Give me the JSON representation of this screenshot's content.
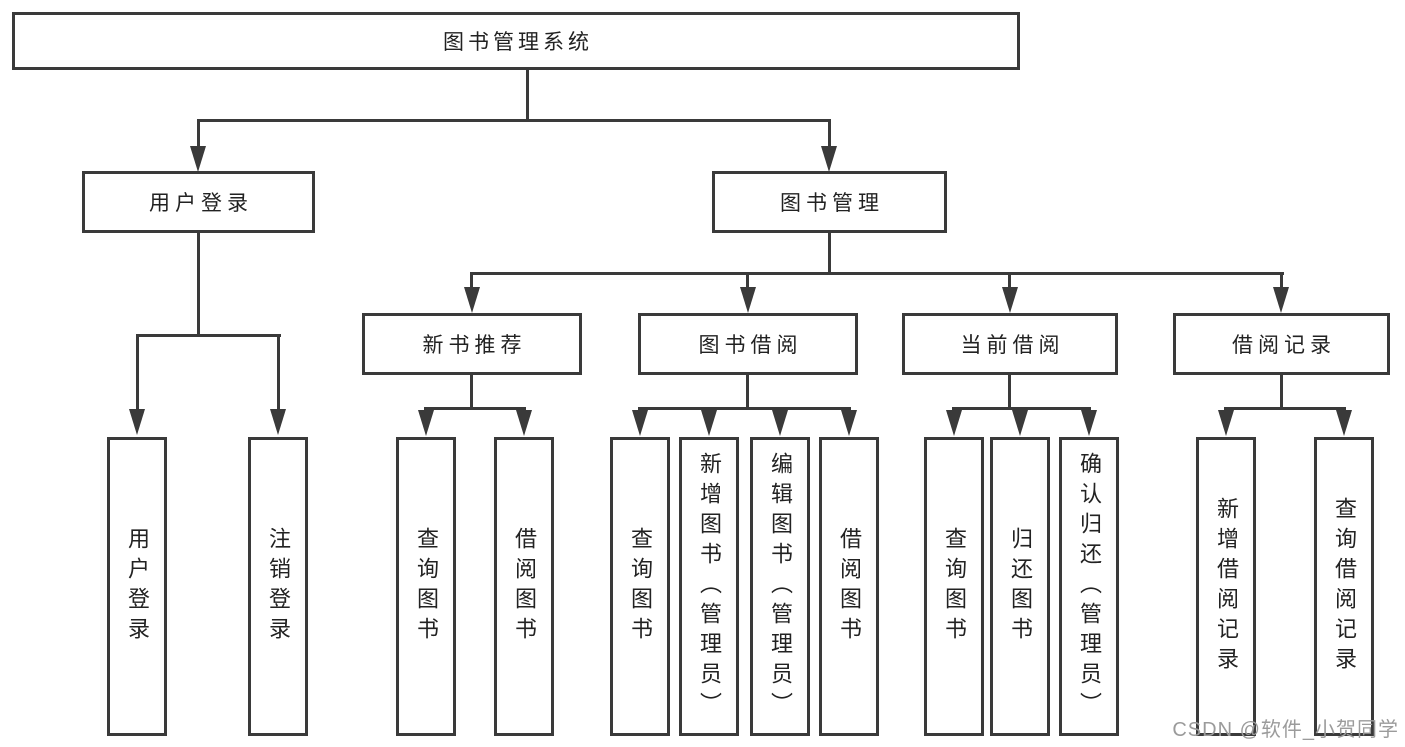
{
  "colors": {
    "line": "#3a3a3a",
    "text": "#222222",
    "watermark": "#9b9b9b",
    "bg": "#ffffff"
  },
  "diagram": {
    "root": {
      "label": "图书管理系统"
    },
    "branches": [
      {
        "label": "用户登录",
        "children": [
          {
            "label": "用户登录"
          },
          {
            "label": "注销登录"
          }
        ]
      },
      {
        "label": "图书管理",
        "children": [
          {
            "label": "新书推荐",
            "children": [
              {
                "label": "查询图书"
              },
              {
                "label": "借阅图书"
              }
            ]
          },
          {
            "label": "图书借阅",
            "children": [
              {
                "label": "查询图书"
              },
              {
                "label": "新增图书（管理员）"
              },
              {
                "label": "编辑图书（管理员）"
              },
              {
                "label": "借阅图书"
              }
            ]
          },
          {
            "label": "当前借阅",
            "children": [
              {
                "label": "查询图书"
              },
              {
                "label": "归还图书"
              },
              {
                "label": "确认归还（管理员）"
              }
            ]
          },
          {
            "label": "借阅记录",
            "children": [
              {
                "label": "新增借阅记录"
              },
              {
                "label": "查询借阅记录"
              }
            ]
          }
        ]
      }
    ]
  },
  "watermark": {
    "text": "CSDN @软件_小贺同学"
  }
}
